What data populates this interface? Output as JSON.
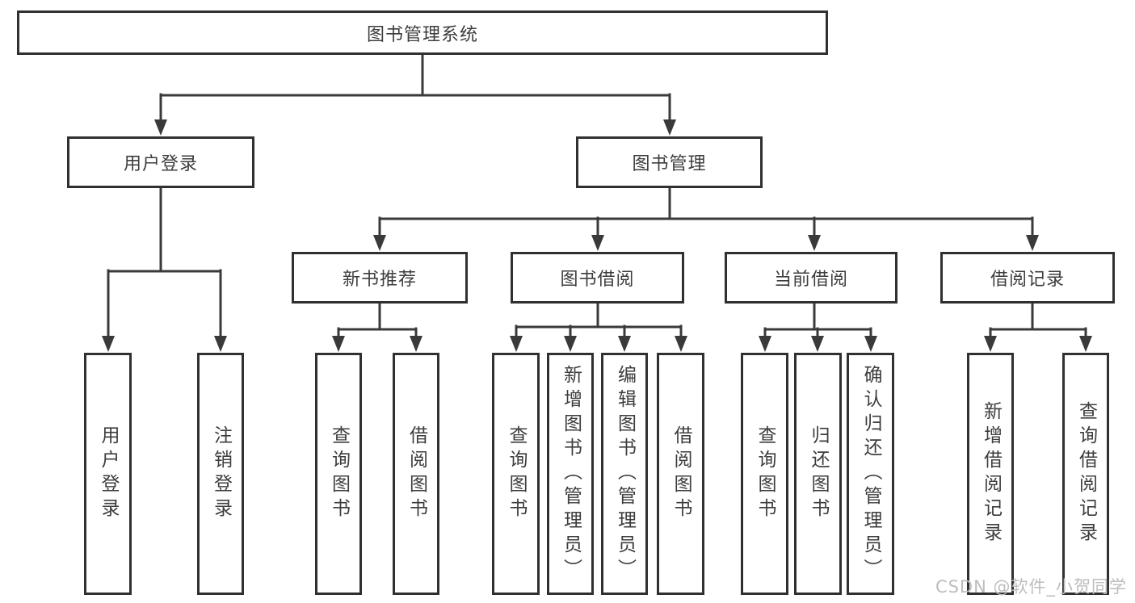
{
  "diagram": {
    "root_label": "图书管理系统",
    "branches": [
      {
        "label": "用户登录",
        "leaves": [
          "用户登录",
          "注销登录"
        ]
      },
      {
        "label": "图书管理",
        "groups": [
          {
            "label": "新书推荐",
            "leaves": [
              "查询图书",
              "借阅图书"
            ]
          },
          {
            "label": "图书借阅",
            "leaves": [
              "查询图书",
              "新增图书（管理员）",
              "编辑图书（管理员）",
              "借阅图书"
            ]
          },
          {
            "label": "当前借阅",
            "leaves": [
              "查询图书",
              "归还图书",
              "确认归还（管理员）"
            ]
          },
          {
            "label": "借阅记录",
            "leaves": [
              "新增借阅记录",
              "查询借阅记录"
            ]
          }
        ]
      }
    ]
  },
  "watermark": {
    "text": "CSDN @软件_小贺同学"
  },
  "colors": {
    "line": "#3a3a3a",
    "box_border": "#303030",
    "text": "#3d3d3d",
    "background": "#ffffff",
    "watermark": "#bdbdbd"
  }
}
